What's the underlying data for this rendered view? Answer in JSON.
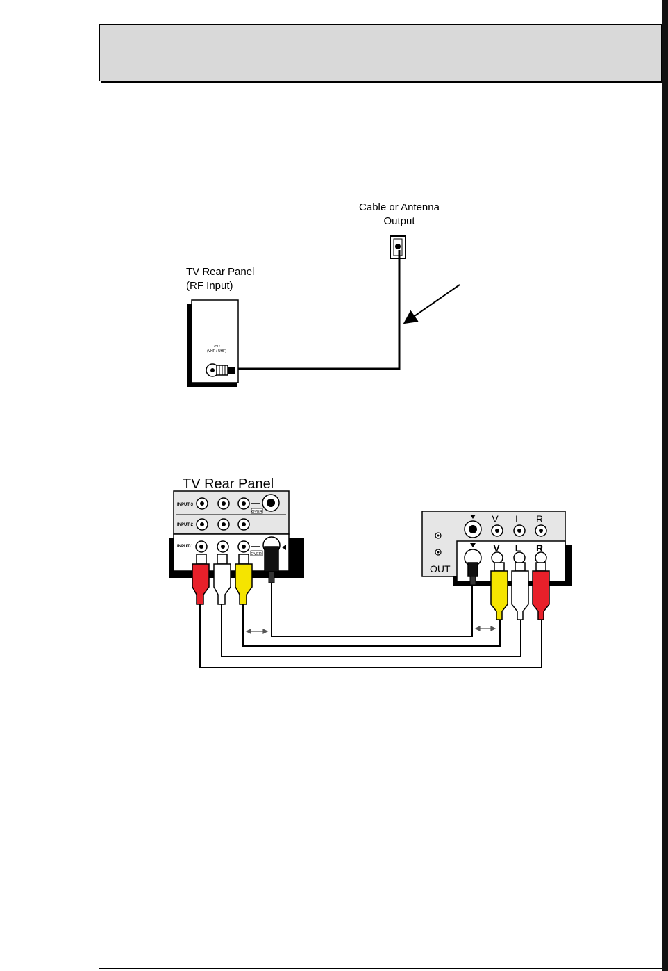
{
  "figure1": {
    "wall_outlet_label_line1": "Cable or Antenna",
    "wall_outlet_label_line2": "Output",
    "tv_label_line1": "TV Rear Panel",
    "tv_label_line2": "(RF Input)",
    "rf_jack_label_line1": "75Ω",
    "rf_jack_label_line2": "(VHF / UHF)"
  },
  "figure2": {
    "title": "TV Rear Panel",
    "tv_inputs": {
      "input3": "INPUT-3",
      "input2": "INPUT-2",
      "input1": "INPUT-1",
      "over_label": "OVER"
    },
    "device_outputs": {
      "v": "V",
      "l": "L",
      "r": "R",
      "out": "OUT"
    }
  },
  "colors": {
    "red_plug": "#e8202a",
    "yellow_plug": "#f5e400",
    "white_plug": "#ffffff",
    "panel_gray": "#e6e6e6",
    "header_gray": "#d9d9d9"
  }
}
